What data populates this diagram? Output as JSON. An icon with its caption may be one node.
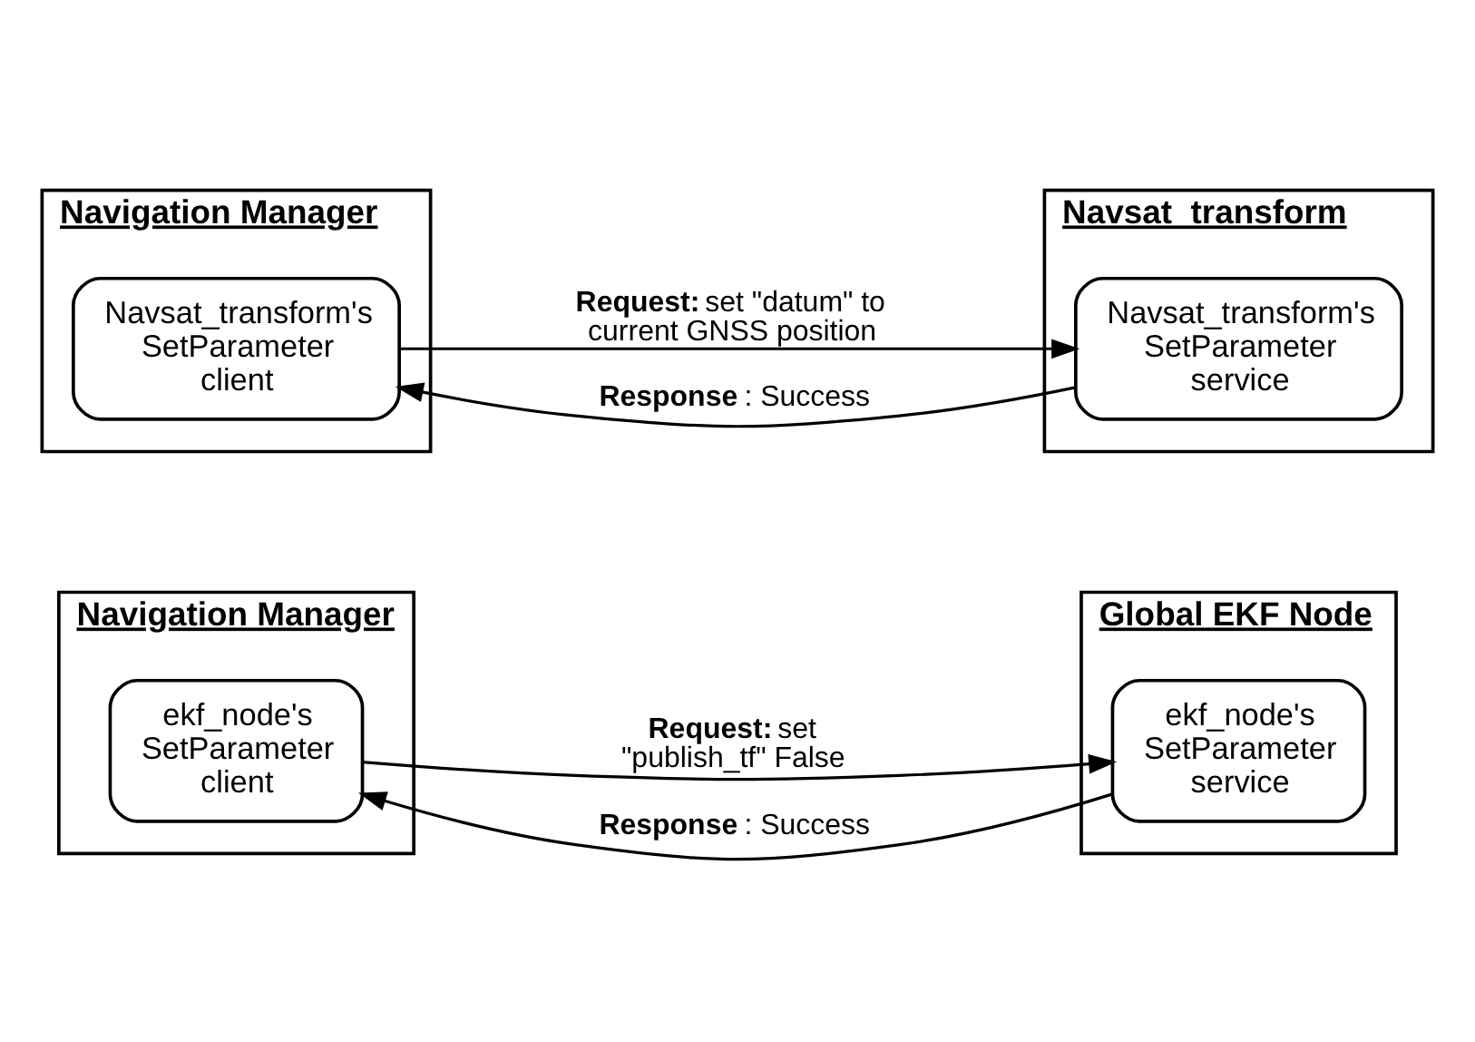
{
  "diagram": {
    "nodes": [
      {
        "text": [
          "Navigation Manager"
        ]
      },
      {
        "text": [
          "ekf_node's SetParameter client"
        ],
        "in": 0
      },
      {
        "text": [
          "Global EKF Node"
        ]
      },
      {
        "text": [
          "ekf_node's SetParameter service"
        ],
        "in": 2
      },
      {
        "text": [
          "Navigation Manager"
        ]
      },
      {
        "text": [
          "Navsat_transform's SetParameter client"
        ],
        "in": 4
      },
      {
        "text": [
          "Navsat_transform"
        ]
      },
      {
        "text": [
          "Navsat_transform's SetParameter service"
        ],
        "in": 6
      }
    ],
    "edges": [
      {
        "from": 1,
        "to": 3,
        "arrow": "to",
        "label": "**Request:** set \"publish_tf\" False"
      },
      {
        "from": 3,
        "to": 1,
        "arrow": "to",
        "label": "**Response**: Success"
      },
      {
        "from": 5,
        "to": 7,
        "arrow": "to",
        "label": "**Request:** set \"datum\" to current GNSS position"
      },
      {
        "from": 7,
        "to": 5,
        "arrow": "to",
        "label": "**Response**: Success"
      }
    ]
  }
}
